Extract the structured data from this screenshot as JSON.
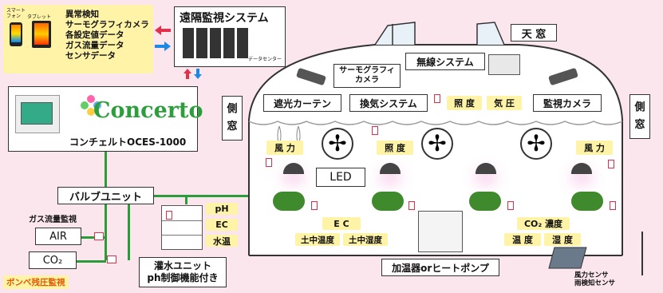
{
  "monitor_panel": {
    "smartphone_label": "スマート\nフォン",
    "tablet_label": "タブレット",
    "items": [
      "異常検知",
      "サーモグラフィカメラ",
      "各設定値データ",
      "ガス流量データ",
      "センサデータ"
    ]
  },
  "remote": {
    "title": "遠隔監視システム",
    "datacenter_label": "データセンター"
  },
  "controller": {
    "logo_text": "Concerto",
    "model_label": "コンチェルトOCES-1000"
  },
  "valve_unit": "バルブユニット",
  "gas_flow_label": "ガス流量監視",
  "air_label": "AIR",
  "co2_label": "CO₂",
  "cylinder_label": "ボンベ残圧監視",
  "irrigation": {
    "line1": "灌水ユニット",
    "line2": "ph制御機能付き",
    "sensors": [
      "pH",
      "EC",
      "水温"
    ]
  },
  "greenhouse": {
    "roof_window": "天 窓",
    "side_window_left": "側\n窓",
    "side_window_right": "側\n窓",
    "wireless": "無線システム",
    "thermo_camera": "サーモグラフィ\nカメラ",
    "shade_curtain": "遮光カーテン",
    "ventilation": "換気システム",
    "illuminance_top": "照 度",
    "air_pressure": "気 圧",
    "monitor_camera": "監視カメラ",
    "wind_left": "風 力",
    "illuminance_mid": "照 度",
    "wind_right": "風 力",
    "led": "LED",
    "soil_ec": "E C",
    "soil_temp_1": "土中温度",
    "soil_temp_2": "土中湿度",
    "co2_conc": "CO₂ 濃度",
    "temperature": "温 度",
    "humidity": "湿 度",
    "heater": "加温器orヒートポンプ"
  },
  "outdoor_sensor": "風力センサ\n雨検知センサ",
  "colors": {
    "background": "#fbe6ee",
    "yellow": "#fff3a8",
    "green_line": "#2a9d3a",
    "sensor_red": "#e0304a",
    "orange_text": "#e05a00"
  }
}
